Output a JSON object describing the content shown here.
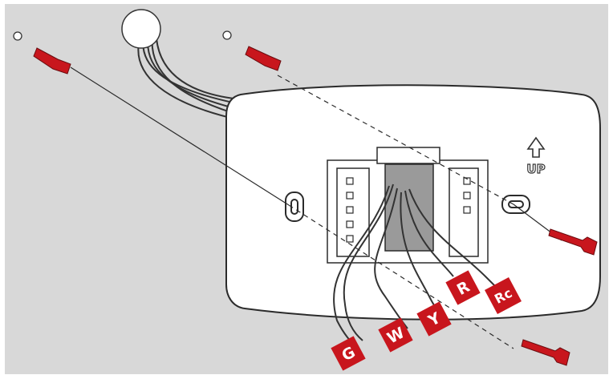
{
  "colors": {
    "background": "#d8d8d8",
    "plate": "#ffffff",
    "outline": "#2b2b2b",
    "screw_red": "#c8161d",
    "tag_red": "#c8161d"
  },
  "up_label": "UP",
  "terminal_tags": [
    {
      "id": "g",
      "text": "G"
    },
    {
      "id": "w",
      "text": "W"
    },
    {
      "id": "y",
      "text": "Y"
    },
    {
      "id": "r",
      "text": "R"
    },
    {
      "id": "rc",
      "text": "Rc"
    }
  ],
  "icons": [
    "screw-icon",
    "wall-anchor-icon",
    "up-arrow-icon",
    "mounting-hole-icon"
  ]
}
